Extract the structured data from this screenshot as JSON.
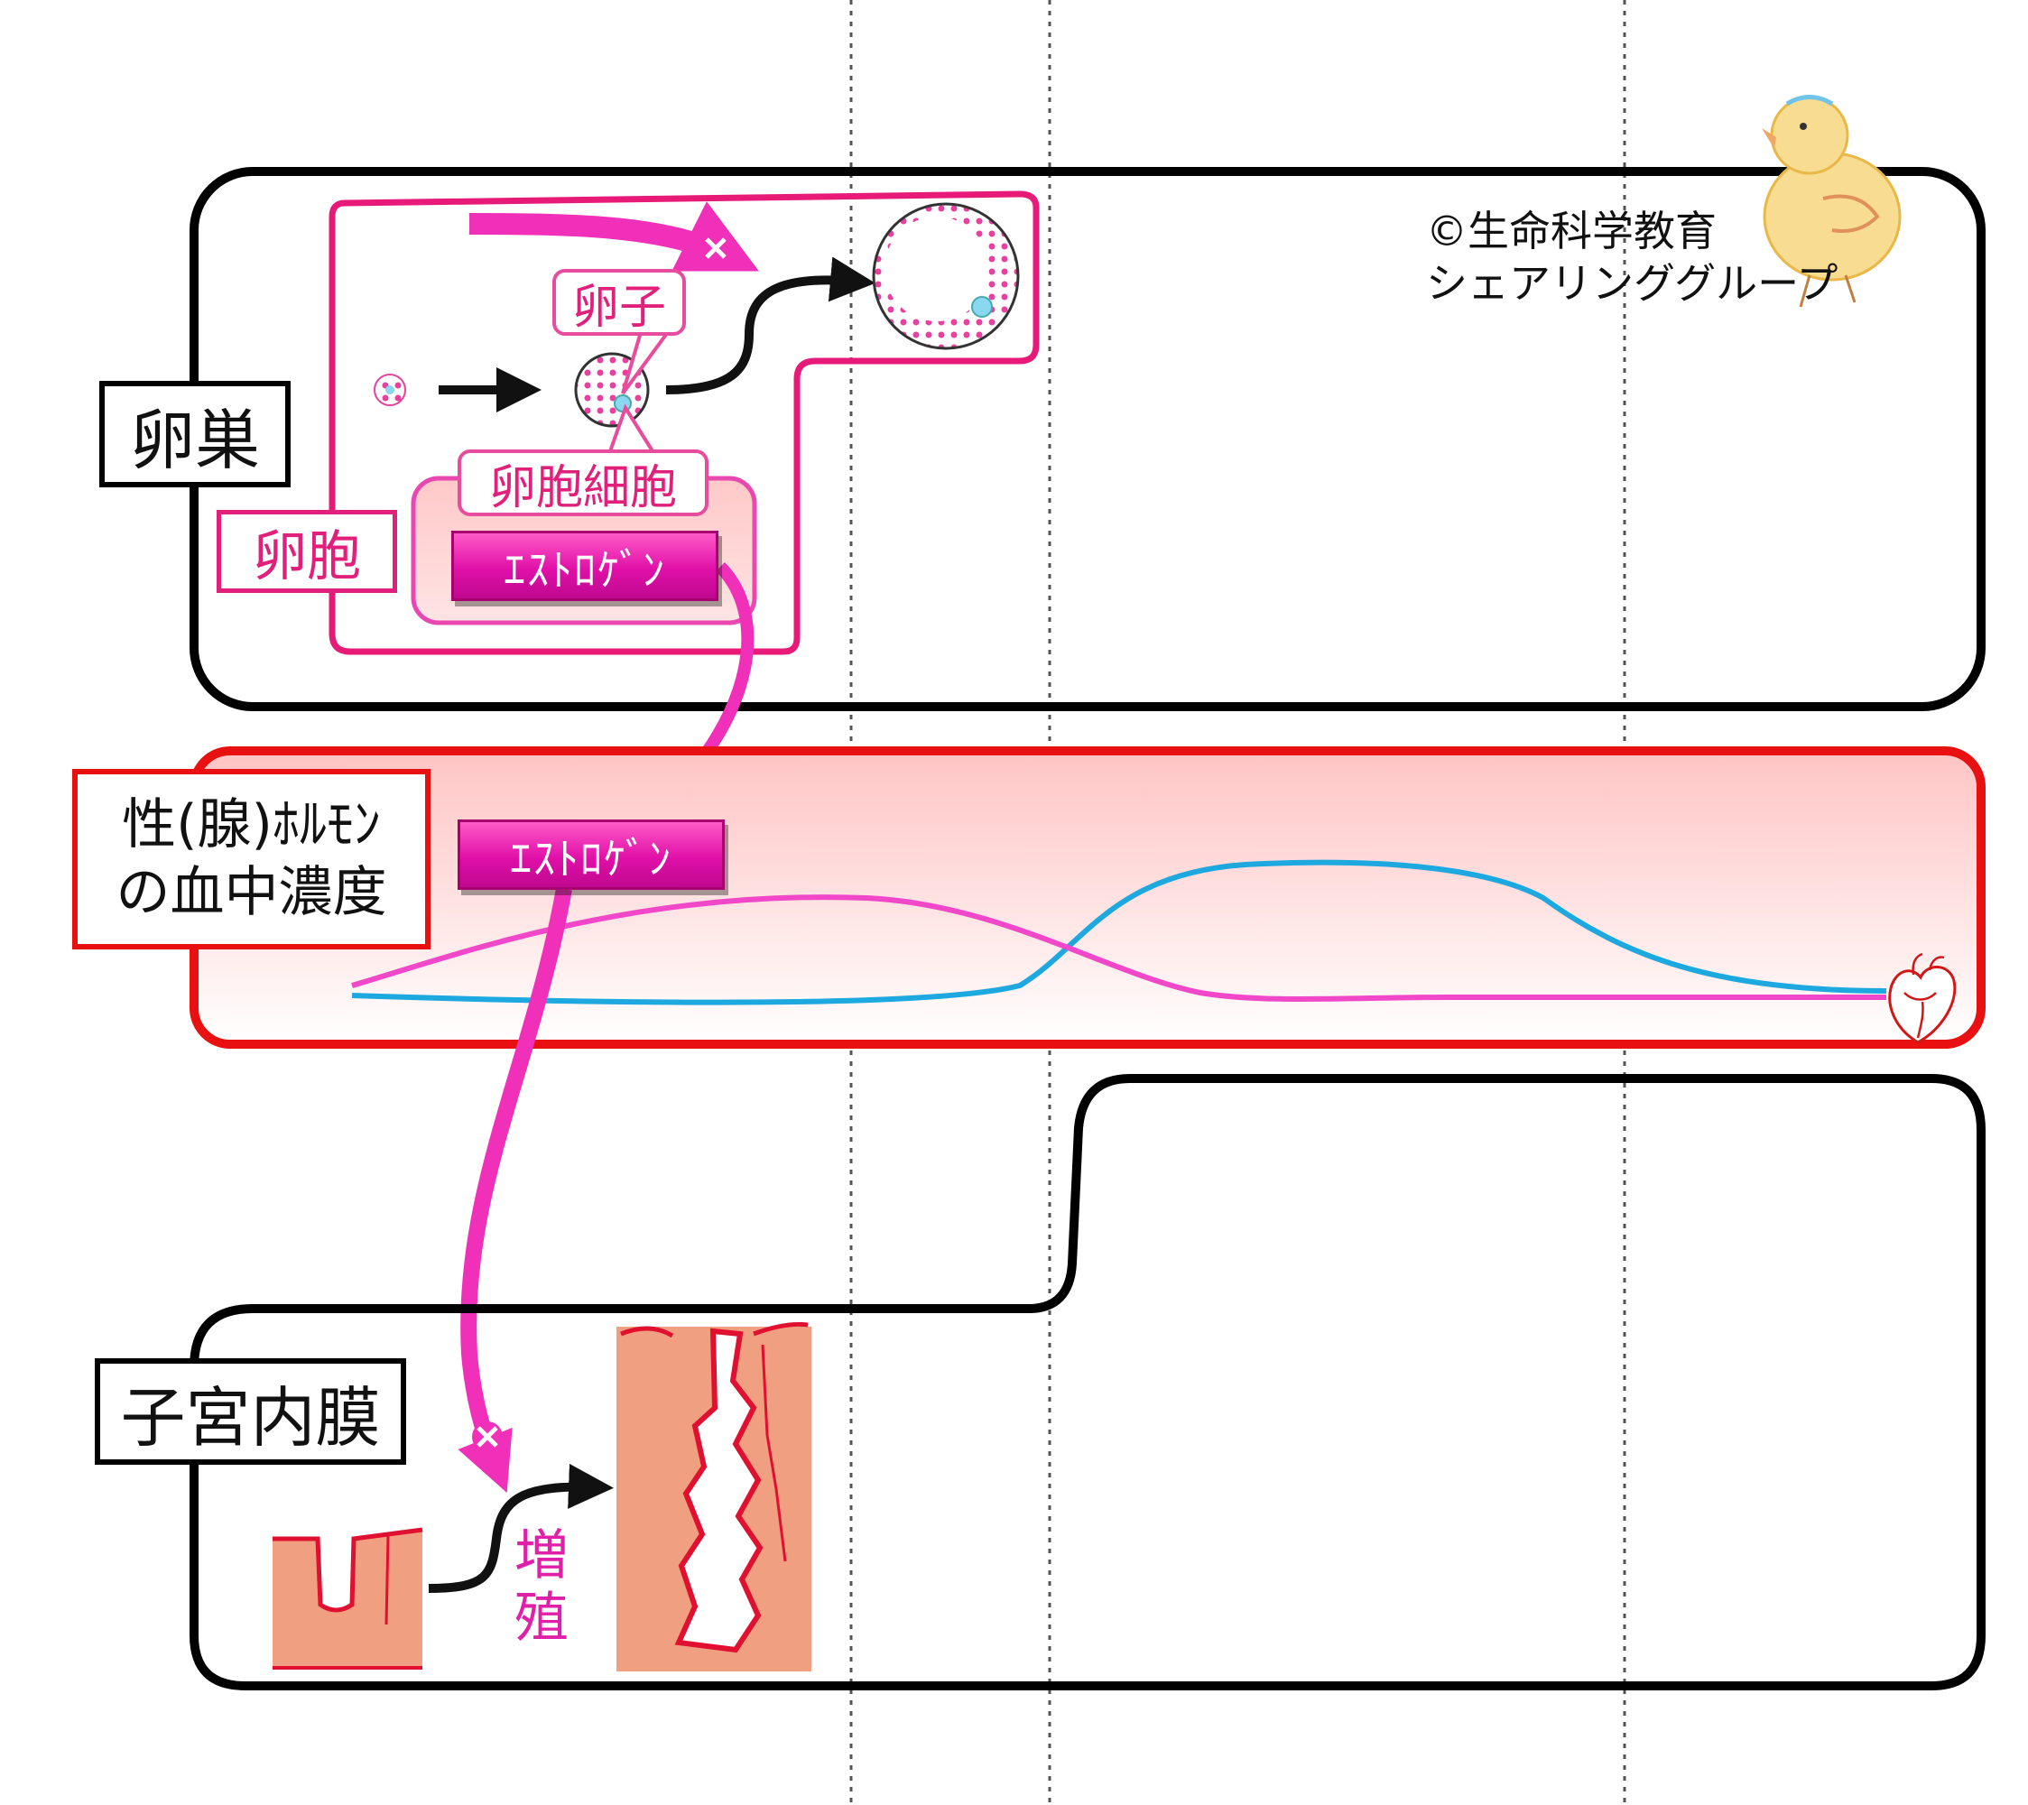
{
  "copyright": {
    "line1": "©生命科学教育",
    "line2": "シェアリンググループ"
  },
  "ovary": {
    "label": "卵巣",
    "follicle_label": "卵胞",
    "egg_label": "卵子",
    "oocyte_cell_label": "卵胞細胞",
    "hormone_box": "ｴｽﾄﾛｹﾞﾝ"
  },
  "blood": {
    "label_line1": "性(腺)ﾎﾙﾓﾝ",
    "label_line2": "の血中濃度",
    "hormone_box": "ｴｽﾄﾛｹﾞﾝ"
  },
  "uterus": {
    "label": "子宮内膜",
    "proliferation_label": "増殖"
  },
  "colors": {
    "estrogen_curve": "#f048c8",
    "second_curve": "#1ea8e0",
    "arrow_pink": "#f030b8",
    "follicle_outline": "#e81a78",
    "blood_border": "#e81010",
    "endometrium": "#f0a080",
    "endometrium_edge": "#e01030"
  },
  "icons": [
    "heart-icon",
    "chick-illustration",
    "plus-icon"
  ]
}
